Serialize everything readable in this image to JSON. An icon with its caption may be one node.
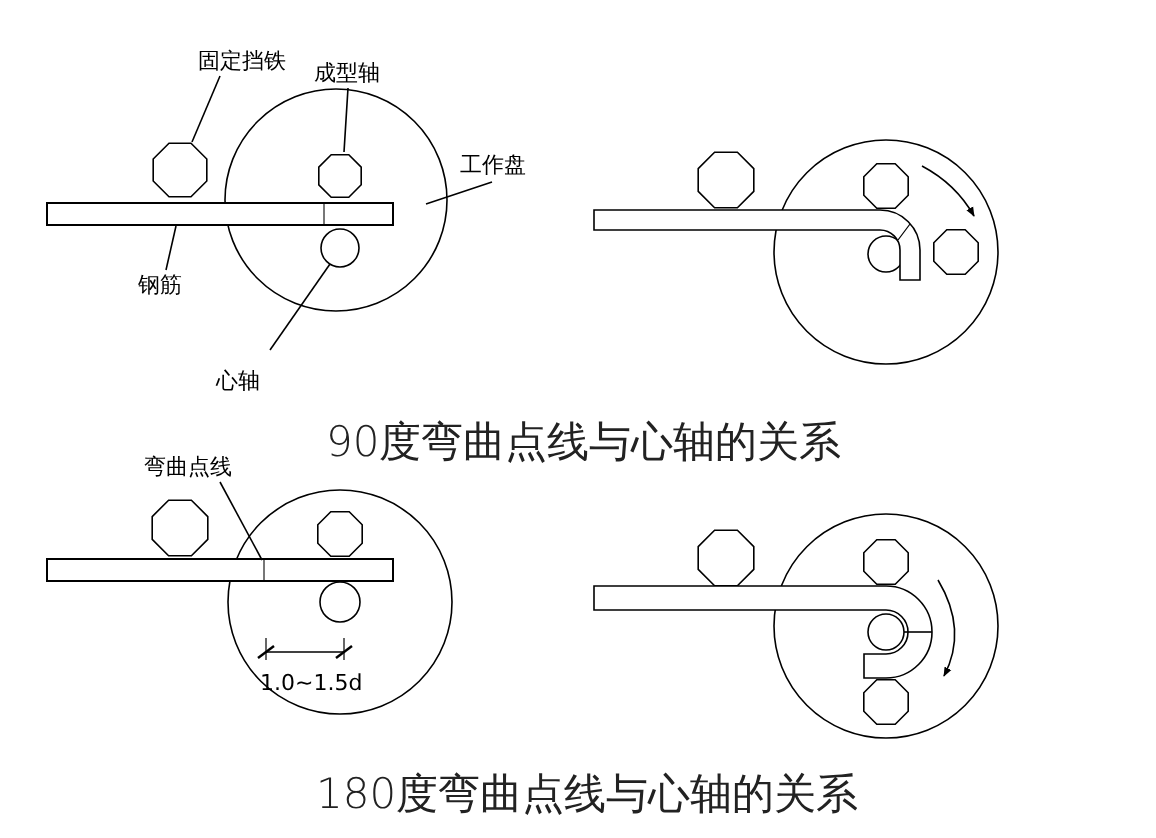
{
  "diagram": {
    "nodes": [
      {
        "text": [
          "固定挡铁"
        ]
      },
      {
        "text": [
          "成型轴"
        ]
      },
      {
        "text": [
          "工作盘"
        ]
      },
      {
        "text": [],
        "shape": "octagon"
      },
      {
        "text": [],
        "shape": "octagon",
        "in": 5
      },
      {
        "text": [],
        "shape": "circle"
      },
      {
        "text": [],
        "shape": "bar"
      },
      {
        "text": [
          "钢筋"
        ]
      },
      {
        "text": [],
        "shape": "circle",
        "in": 5
      },
      {
        "text": [
          "心轴"
        ]
      },
      {
        "text": [
          "弯曲点线"
        ]
      },
      {
        "text": [],
        "shape": "bar"
      }
    ],
    "edges": [
      {
        "from": 0,
        "to": 3,
        "arrow": "none"
      },
      {
        "from": 1,
        "to": 4,
        "arrow": "none"
      },
      {
        "from": 2,
        "to": 5,
        "arrow": "none"
      },
      {
        "from": 7,
        "to": 6,
        "arrow": "none"
      },
      {
        "from": 9,
        "to": 8,
        "arrow": "none"
      },
      {
        "from": 10,
        "to": 11,
        "arrow": "none"
      }
    ],
    "labels": [
      "90度弯曲点线与心轴的关系",
      "1.0~1.5d",
      "180度弯曲点线与心轴的关系"
    ]
  }
}
